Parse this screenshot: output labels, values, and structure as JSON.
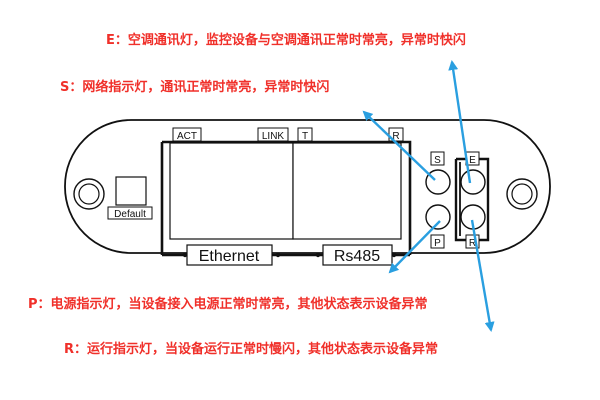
{
  "annotations": {
    "e": "E：空调通讯灯，监控设备与空调通讯正常时常亮，异常时快闪",
    "s": "S：网络指示灯，通讯正常时常亮，异常时快闪",
    "p": "P：电源指示灯，当设备接入电源正常时常亮，其他状态表示设备异常",
    "r": "R：运行指示灯，当设备运行正常时慢闪，其他状态表示设备异常"
  },
  "device": {
    "button_label": "Default",
    "port_act": "ACT",
    "port_link": "LINK",
    "port_t": "T",
    "port_r": "R",
    "eth_label": "Ethernet",
    "rs_label": "Rs485",
    "led_s": "S",
    "led_e": "E",
    "led_p": "P",
    "led_r": "R"
  },
  "colors": {
    "annotation_text": "#f0302a",
    "arrow": "#2a9fe0",
    "outline": "#111111"
  }
}
